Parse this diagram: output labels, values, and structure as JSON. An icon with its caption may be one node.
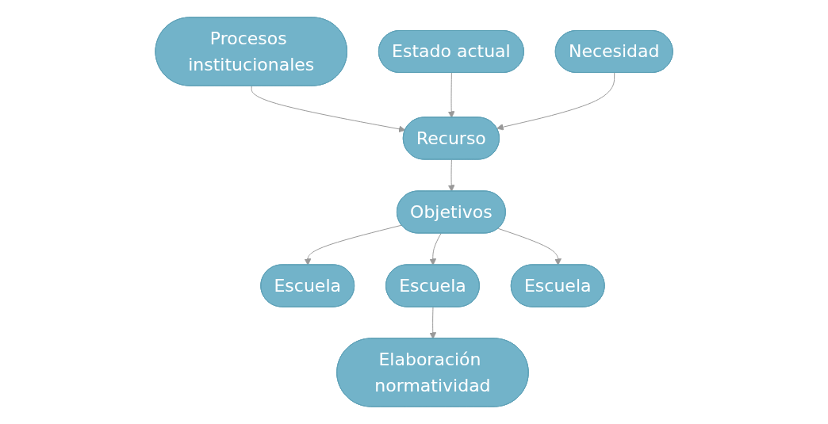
{
  "diagram": {
    "nodes": [
      {
        "text": [
          "Procesos institucionales"
        ]
      },
      {
        "text": [
          "Estado actual"
        ]
      },
      {
        "text": [
          "Recurso"
        ]
      },
      {
        "text": [
          "Necesidad"
        ]
      },
      {
        "text": [
          "Objetivos"
        ]
      },
      {
        "text": [
          "Escuela"
        ]
      },
      {
        "text": [
          "Escuela"
        ]
      },
      {
        "text": [
          "Escuela"
        ]
      },
      {
        "text": [
          "Elaboración normatividad"
        ]
      }
    ],
    "edges": [
      {
        "from": 0,
        "to": 2,
        "arrow": "to"
      },
      {
        "from": 1,
        "to": 2,
        "arrow": "to"
      },
      {
        "from": 3,
        "to": 2,
        "arrow": "to"
      },
      {
        "from": 2,
        "to": 4,
        "arrow": "to"
      },
      {
        "from": 4,
        "to": 5,
        "arrow": "to"
      },
      {
        "from": 4,
        "to": 6,
        "arrow": "to"
      },
      {
        "from": 4,
        "to": 7,
        "arrow": "to"
      },
      {
        "from": 6,
        "to": 8,
        "arrow": "to"
      }
    ]
  }
}
